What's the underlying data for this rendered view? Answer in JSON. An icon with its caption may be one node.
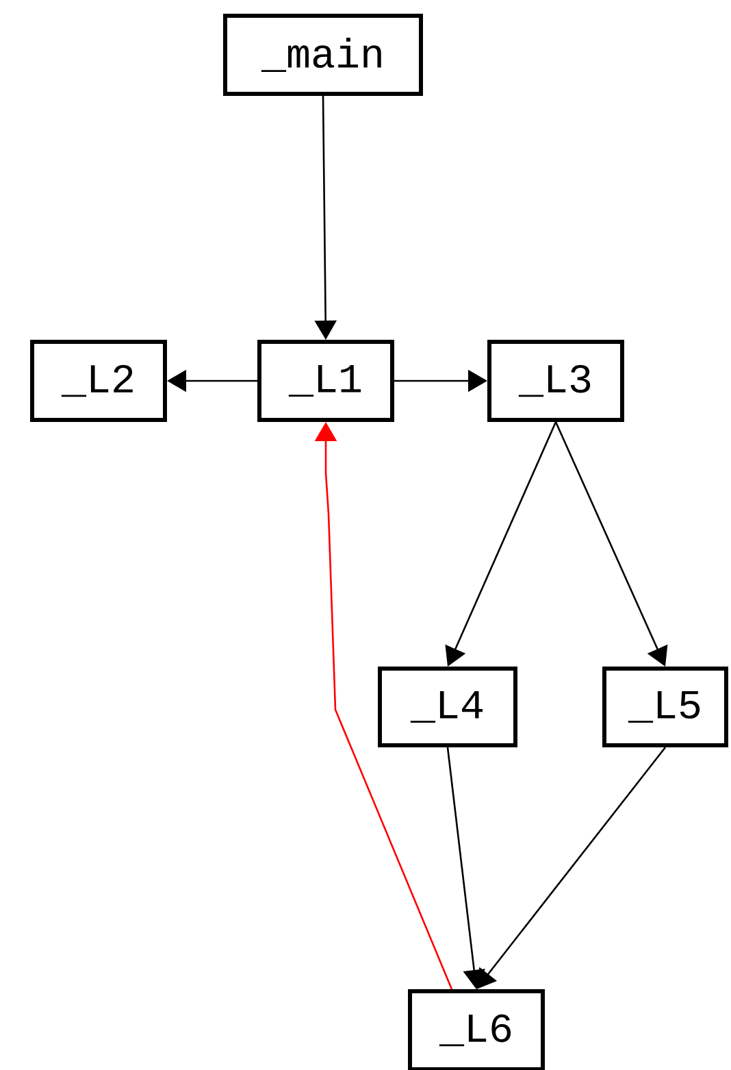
{
  "diagram": {
    "nodes": [
      {
        "text": [
          "_main"
        ]
      },
      {
        "text": [
          "_L1"
        ]
      },
      {
        "text": [
          "_L2"
        ]
      },
      {
        "text": [
          "_L3"
        ]
      },
      {
        "text": [
          "_L4"
        ]
      },
      {
        "text": [
          "_L5"
        ]
      },
      {
        "text": [
          "_L6"
        ]
      }
    ],
    "edges": [
      {
        "from": 0,
        "to": 1,
        "arrow": "to"
      },
      {
        "from": 1,
        "to": 2,
        "arrow": "to"
      },
      {
        "from": 1,
        "to": 3,
        "arrow": "to"
      },
      {
        "from": 3,
        "to": 4,
        "arrow": "to"
      },
      {
        "from": 3,
        "to": 5,
        "arrow": "to"
      },
      {
        "from": 4,
        "to": 6,
        "arrow": "to"
      },
      {
        "from": 5,
        "to": 6,
        "arrow": "to"
      },
      {
        "from": 6,
        "to": 1,
        "arrow": "to",
        "color": "#ff0000"
      }
    ]
  }
}
